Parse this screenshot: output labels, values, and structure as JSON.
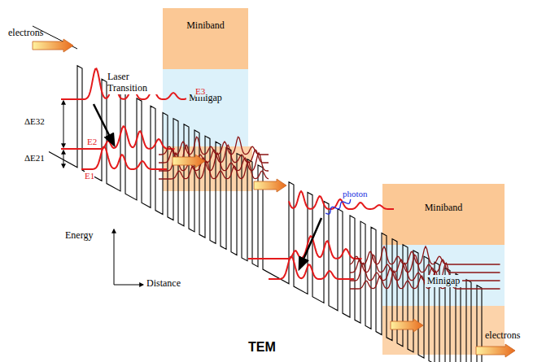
{
  "diagram": {
    "caption": "TEM",
    "nodes": [
      {
        "text": [
          "Miniband"
        ]
      },
      {
        "text": [
          "Minigap"
        ]
      },
      {
        "text": [
          "Miniband"
        ]
      },
      {
        "text": [
          "Minigap"
        ]
      }
    ],
    "labels": [
      "electrons",
      "ΔE32",
      "ΔE21",
      "E3",
      "E2",
      "E1",
      "Laser Transition",
      "photon",
      "Energy",
      "Distance",
      "electrons"
    ]
  }
}
